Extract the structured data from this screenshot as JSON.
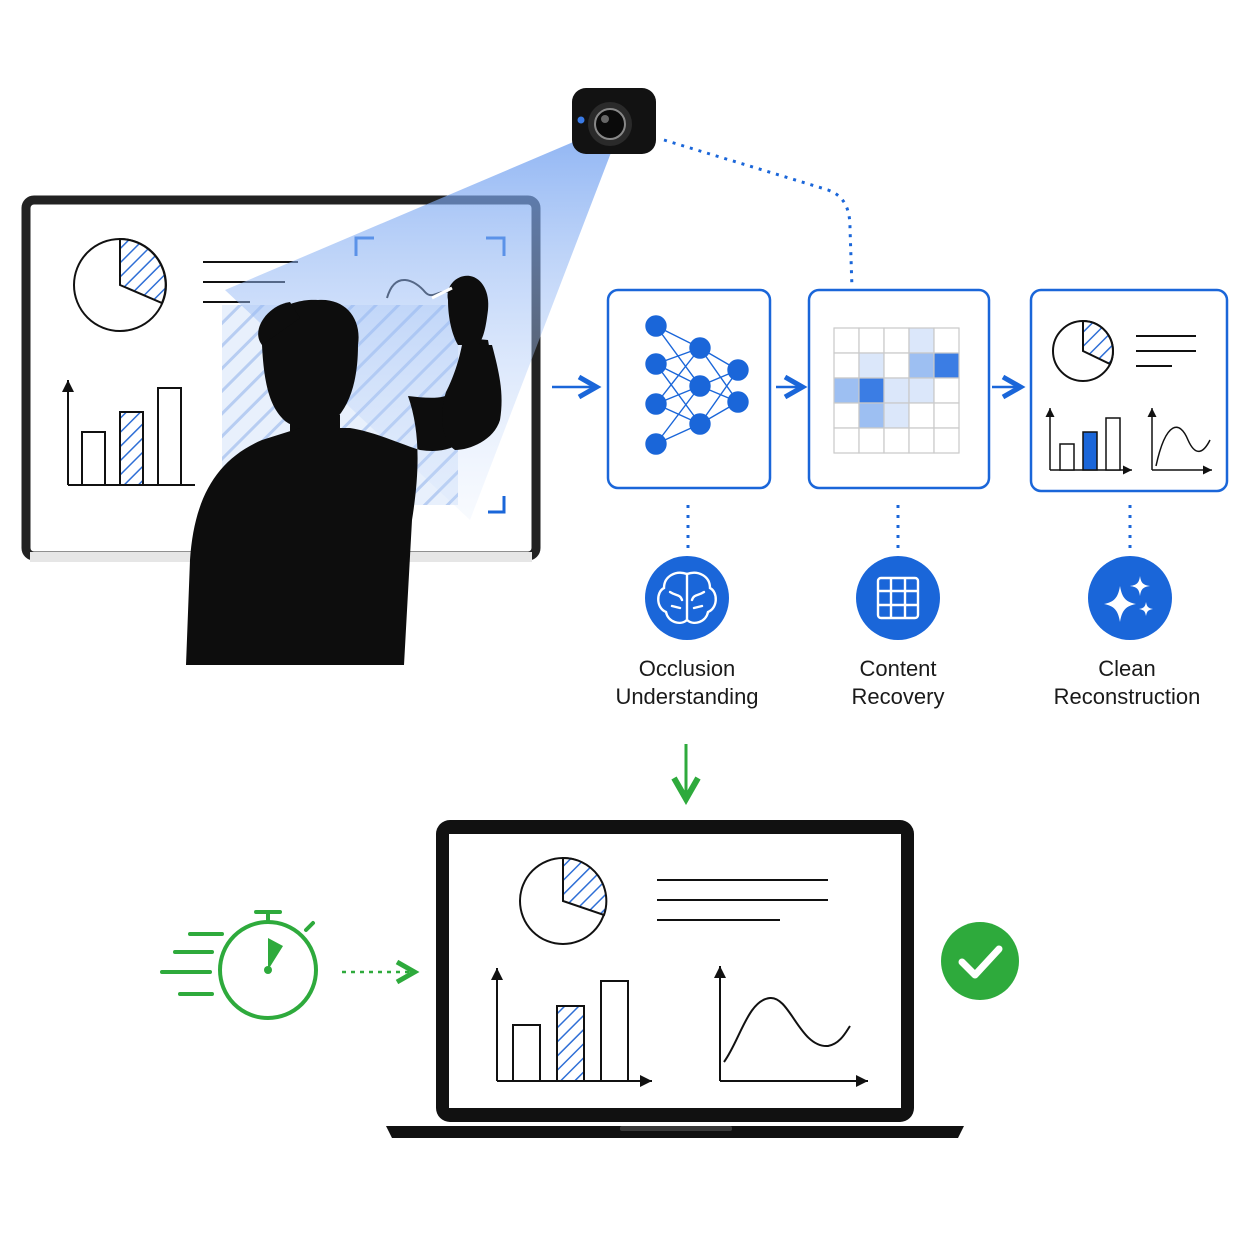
{
  "colors": {
    "accent_blue": "#1a66d9",
    "light_blue": "#a9c6f2",
    "success_green": "#2eaa3c",
    "ink": "#111111"
  },
  "steps": [
    {
      "line1": "Occlusion",
      "line2": "Understanding",
      "icon": "brain-icon"
    },
    {
      "line1": "Content",
      "line2": "Recovery",
      "icon": "grid-icon"
    },
    {
      "line1": "Clean",
      "line2": "Reconstruction",
      "icon": "sparkle-icon"
    }
  ],
  "icons": {
    "camera": "camera-icon",
    "presenter": "presenter-silhouette",
    "timer": "stopwatch-icon",
    "check": "checkmark-icon",
    "laptop": "laptop-icon"
  }
}
